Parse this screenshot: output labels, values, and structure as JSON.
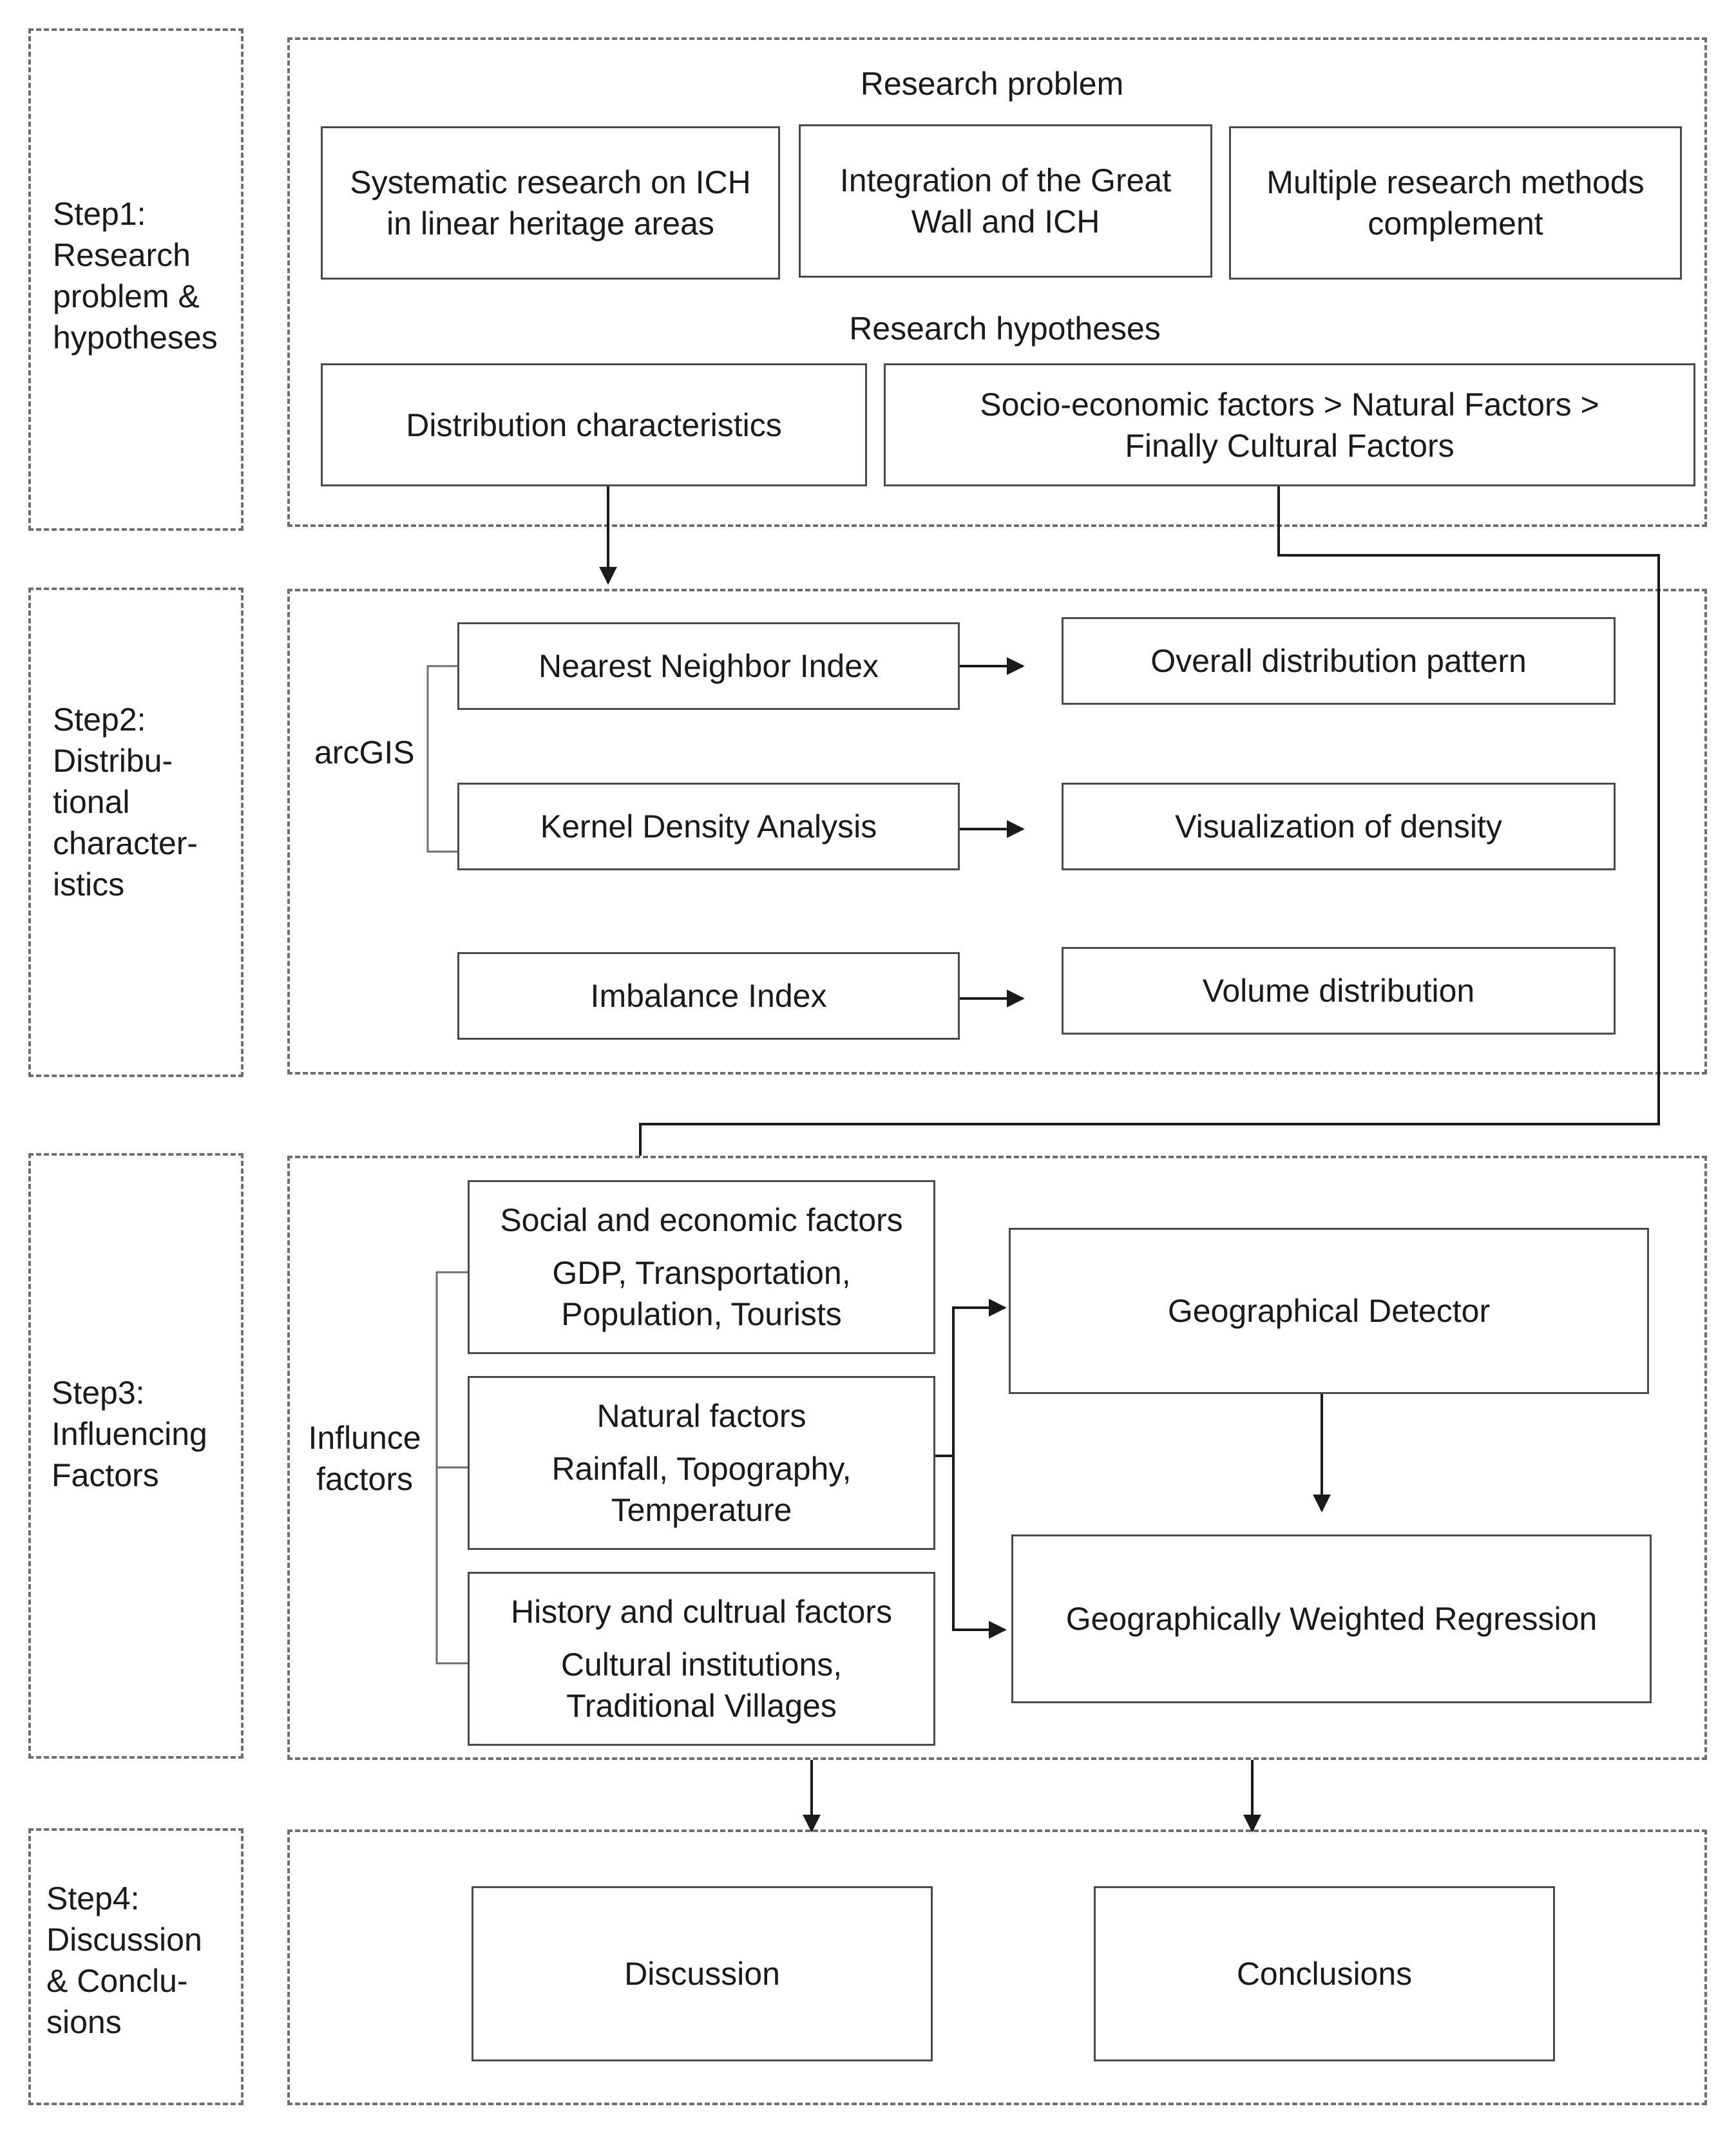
{
  "step1": {
    "label": "Step1:\nResearch\nproblem &\nhypotheses",
    "problem_heading": "Research problem",
    "problems": [
      "Systematic research on ICH\nin linear heritage areas",
      "Integration of the Great\nWall and ICH",
      "Multiple research methods\ncomplement"
    ],
    "hypotheses_heading": "Research hypotheses",
    "hypotheses": [
      "Distribution  characteristics",
      "Socio-economic factors > Natural Factors >\nFinally Cultural Factors"
    ]
  },
  "step2": {
    "label": "Step2:\nDistribu-\ntional\ncharacter-\nistics",
    "tool": "arcGIS",
    "methods": [
      "Nearest Neighbor Index",
      "Kernel Density Analysis",
      "Imbalance Index"
    ],
    "results": [
      "Overall distribution pattern",
      "Visualization of density",
      "Volume distribution"
    ]
  },
  "step3": {
    "label": "Step3:\nInfluencing\nFactors",
    "group_label": "Influnce\nfactors",
    "factors": [
      {
        "title": "Social and economic factors",
        "detail": "GDP, Transportation,\nPopulation, Tourists"
      },
      {
        "title": "Natural factors",
        "detail": "Rainfall, Topography,\nTemperature"
      },
      {
        "title": "History and cultrual factors",
        "detail": "Cultural institutions,\nTraditional Villages"
      }
    ],
    "methods": [
      "Geographical Detector",
      "Geographically Weighted Regression"
    ]
  },
  "step4": {
    "label": "Step4:\nDiscussion\n& Conclu-\nsions",
    "outputs": [
      "Discussion",
      "Conclusions"
    ]
  }
}
